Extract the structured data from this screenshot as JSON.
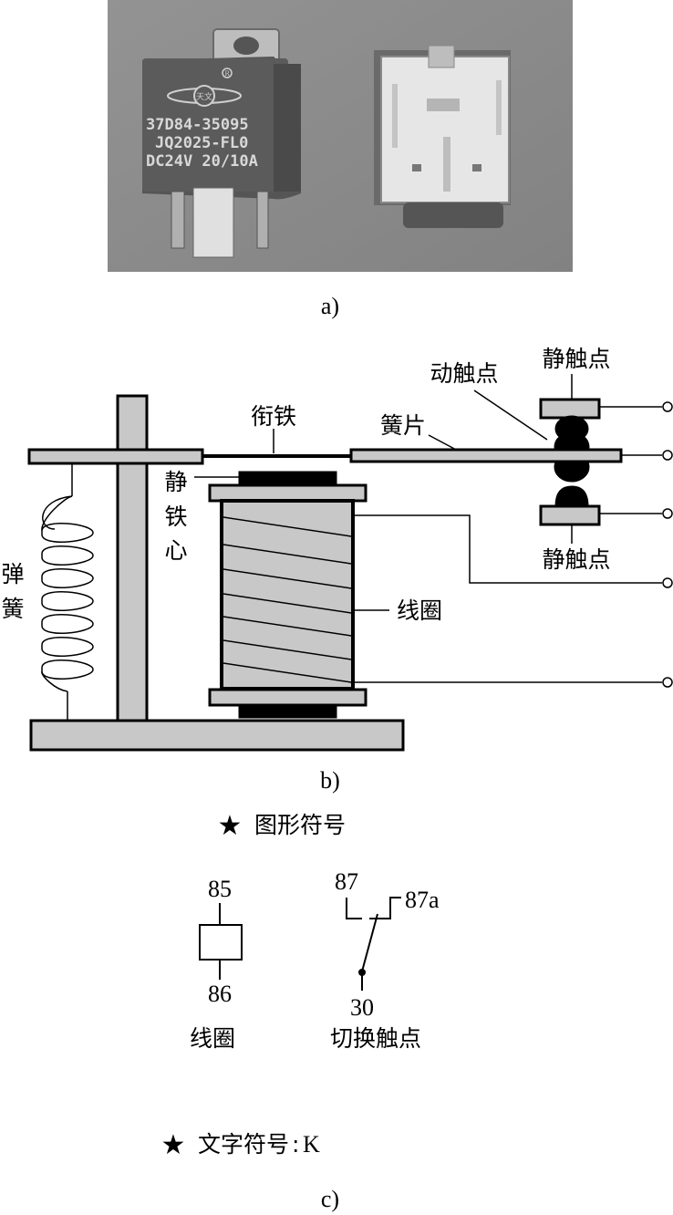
{
  "figure": {
    "photo": {
      "caption": "a)",
      "relay_label_lines": [
        "37D84-35095",
        "JQ2025-FL0",
        "DC24V  20/10A"
      ],
      "logo_text": "天文",
      "registered_mark": "R"
    },
    "structure": {
      "caption": "b)",
      "labels": {
        "armature": "衔铁",
        "reed": "簧片",
        "moving_contact": "动触点",
        "static_contact_top": "静触点",
        "static_contact_bottom": "静触点",
        "static_core_1": "静",
        "static_core_2": "铁",
        "static_core_3": "心",
        "spring_1": "弹",
        "spring_2": "簧",
        "coil": "线圈"
      }
    },
    "symbols": {
      "caption": "c)",
      "graphic_heading": "图形符号",
      "coil": {
        "top_pin": "85",
        "bottom_pin": "86",
        "name": "线圈"
      },
      "switch": {
        "pin_no": "87",
        "pin_nc": "87a",
        "pin_common": "30",
        "name": "切换触点"
      },
      "text_heading": "文字符号",
      "text_separator": ":",
      "text_symbol": "K",
      "star_icon": "★"
    }
  },
  "colors": {
    "part_fill": "#c8c8c8",
    "ink": "#000000",
    "photo_bg": "#8a8a8a"
  }
}
